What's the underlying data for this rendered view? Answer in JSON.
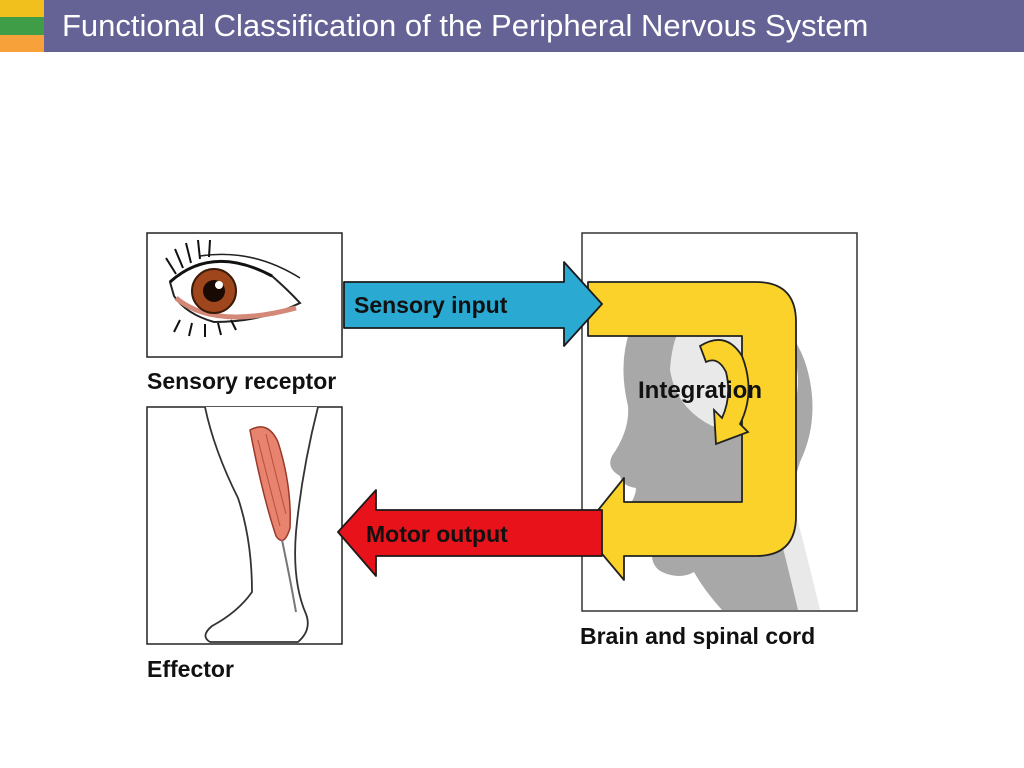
{
  "header": {
    "title": "Functional Classification of the Peripheral Nervous System",
    "accent_colors": [
      "#f2c01c",
      "#3f9d48",
      "#f6a13a"
    ],
    "bar_color": "#656295"
  },
  "diagram": {
    "sensory_receptor_label": "Sensory receptor",
    "effector_label": "Effector",
    "brain_label": "Brain and spinal cord",
    "sensory_input_label": "Sensory input",
    "integration_label": "Integration",
    "motor_output_label": "Motor output",
    "colors": {
      "sensory_arrow": "#2aa9d2",
      "motor_arrow": "#e8121b",
      "integration_arrow": "#fad22a",
      "silhouette": "#a8a8a8"
    },
    "icons": [
      "eye-icon",
      "leg-muscle-icon",
      "head-silhouette-icon"
    ]
  }
}
